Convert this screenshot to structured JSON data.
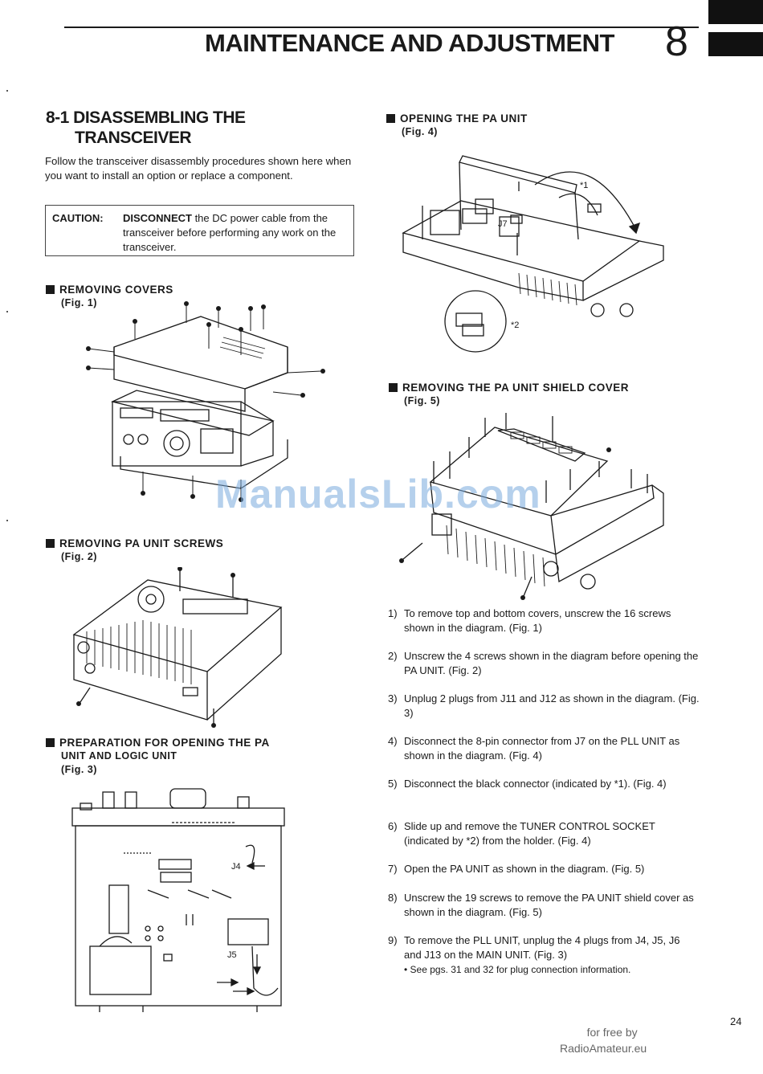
{
  "header": {
    "title": "MAINTENANCE AND ADJUSTMENT",
    "chapter": "8"
  },
  "section": {
    "title_line1": "8-1 DISASSEMBLING THE",
    "title_line2": "TRANSCEIVER",
    "intro": "Follow the transceiver disassembly procedures shown here when you want to install an option or replace a component."
  },
  "caution": {
    "label": "CAUTION:",
    "keyword": "DISCONNECT",
    "text": " the DC power cable from the transceiver before performing any work on the transceiver."
  },
  "figures": {
    "fig1": {
      "title": "REMOVING COVERS",
      "ref": "(Fig. 1)"
    },
    "fig2": {
      "title": "REMOVING PA UNIT SCREWS",
      "ref": "(Fig. 2)"
    },
    "fig3": {
      "title_line1": "PREPARATION FOR OPENING THE PA",
      "title_line2": "UNIT AND LOGIC UNIT",
      "ref": "(Fig. 3)",
      "label_j4": "J4",
      "label_j5": "J5"
    },
    "fig4": {
      "title": "OPENING THE PA UNIT",
      "ref": "(Fig. 4)",
      "label_j7": "J7",
      "label_star1": "*1",
      "label_star2": "*2"
    },
    "fig5": {
      "title": "REMOVING THE PA UNIT SHIELD COVER",
      "ref": "(Fig. 5)"
    }
  },
  "steps": [
    {
      "num": "1)",
      "text": "To remove top and bottom covers, unscrew the 16 screws shown in the diagram. (Fig. 1)"
    },
    {
      "num": "2)",
      "text": "Unscrew the 4 screws shown in the diagram before opening the PA UNIT. (Fig. 2)"
    },
    {
      "num": "3)",
      "text": "Unplug 2 plugs from J11 and J12 as shown in the diagram. (Fig. 3)"
    },
    {
      "num": "4)",
      "text": "Disconnect the 8-pin connector from J7 on the PLL UNIT as shown in the diagram. (Fig. 4)"
    },
    {
      "num": "5)",
      "text": "Disconnect the black connector (indicated by *1). (Fig. 4)"
    },
    {
      "num": "6)",
      "text": "Slide up and remove the TUNER CONTROL SOCKET (indicated by *2) from the holder. (Fig. 4)"
    },
    {
      "num": "7)",
      "text": "Open the PA UNIT as shown in the diagram. (Fig. 5)"
    },
    {
      "num": "8)",
      "text": "Unscrew the 19 screws to remove the PA UNIT shield cover as shown in the diagram. (Fig. 5)"
    },
    {
      "num": "9)",
      "text": "To remove the PLL UNIT, unplug the 4 plugs from J4, J5, J6 and J13 on the MAIN UNIT. (Fig. 3)",
      "note": "• See pgs. 31 and 32 for plug connection information."
    }
  ],
  "page_number": "24",
  "footer": {
    "line1": "for free by",
    "line2": "RadioAmateur.eu"
  },
  "watermark": "ManualsLib.com"
}
